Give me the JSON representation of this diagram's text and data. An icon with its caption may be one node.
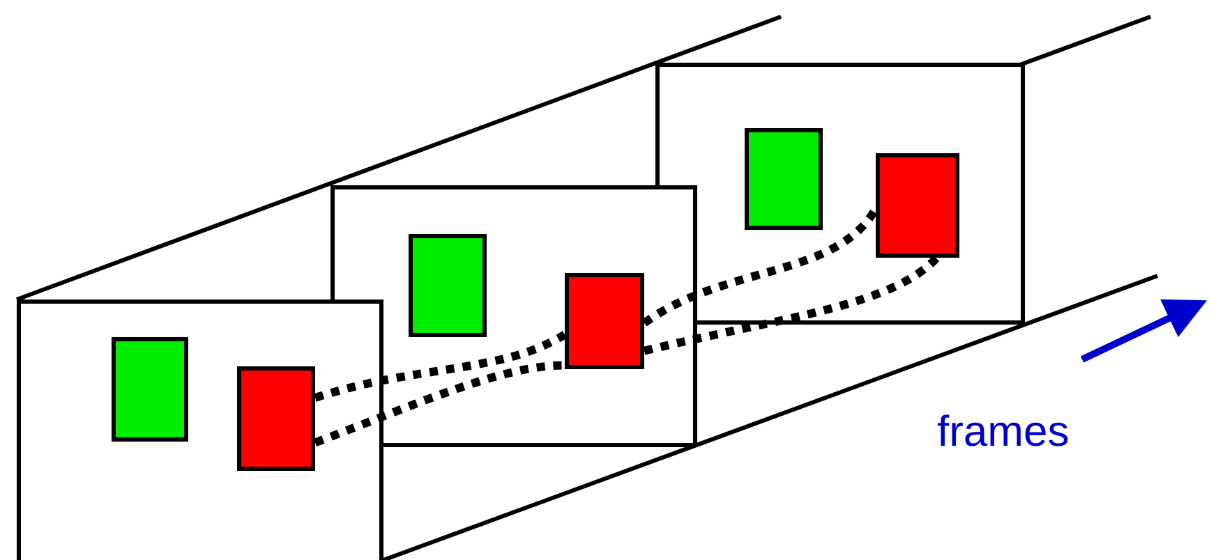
{
  "diagram": {
    "nodes": [
      {
        "text": [],
        "shape": "box"
      },
      {
        "text": [],
        "shape": "box"
      },
      {
        "text": [],
        "shape": "box"
      },
      {
        "text": [],
        "shape": "box",
        "in": 0
      },
      {
        "text": [],
        "shape": "box",
        "in": 0
      },
      {
        "text": [],
        "shape": "box",
        "in": 1
      },
      {
        "text": [],
        "shape": "box",
        "in": 1
      },
      {
        "text": [],
        "shape": "box",
        "in": 2
      },
      {
        "text": [],
        "shape": "box",
        "in": 2
      }
    ],
    "edges": [
      {
        "from": 4,
        "to": 6,
        "arrow": "none",
        "style": "dashed"
      },
      {
        "from": 6,
        "to": 8,
        "arrow": "none",
        "style": "dashed"
      },
      {
        "from": 4,
        "to": 6,
        "arrow": "none",
        "style": "dashed"
      },
      {
        "from": 6,
        "to": 8,
        "arrow": "none",
        "style": "dashed"
      }
    ],
    "labels": [
      "frames"
    ]
  }
}
